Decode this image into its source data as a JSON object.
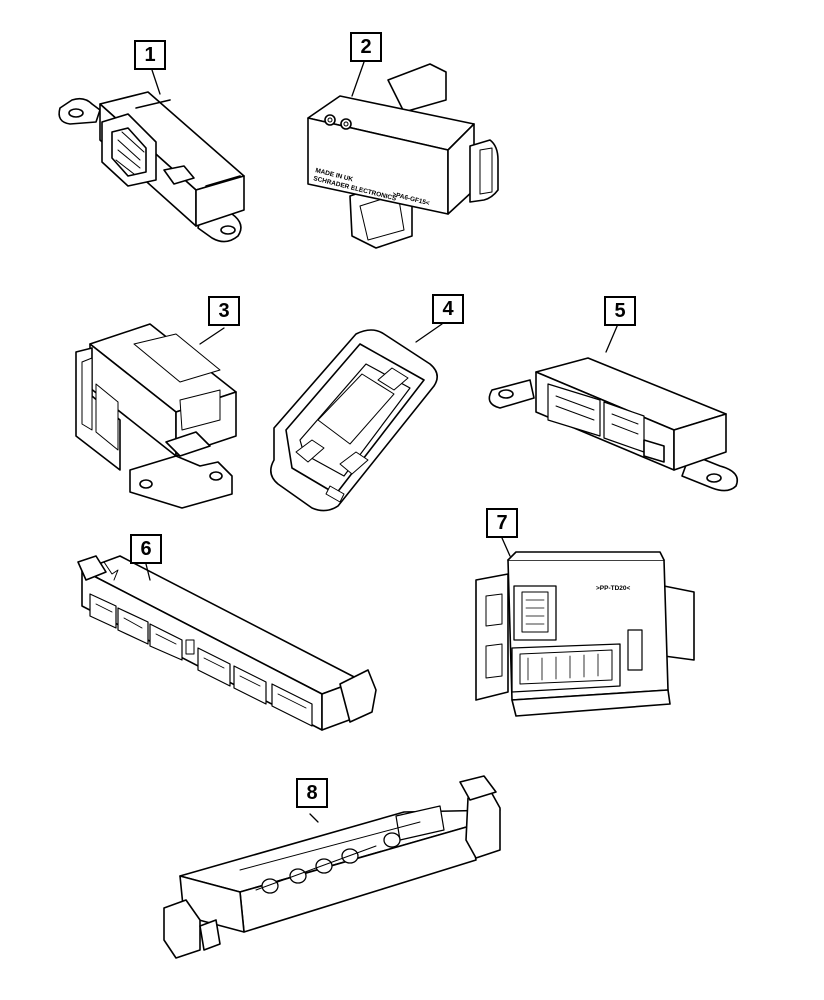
{
  "callouts": [
    "1",
    "2",
    "3",
    "4",
    "5",
    "6",
    "7",
    "8"
  ],
  "part2_labels": {
    "made_in": "MADE IN UK",
    "maker": "SCHRADER ELECTRONICS",
    "code": ">PA6-GF15<"
  },
  "part7_labels": {
    "code": ">PP-TD20<"
  }
}
